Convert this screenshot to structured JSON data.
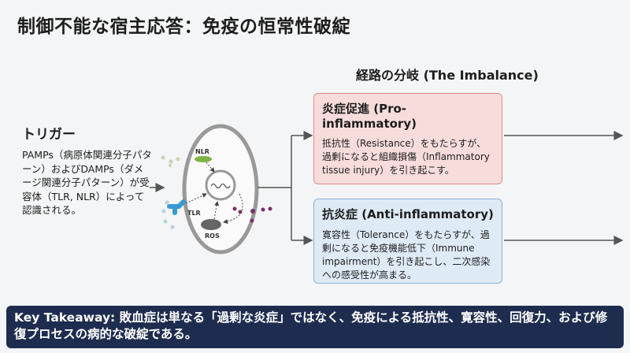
{
  "title": "制御不能な宿主応答：免疫の恒常性破綻",
  "pathway": {
    "heading": "経路の分岐 (The Imbalance)"
  },
  "trigger": {
    "heading": "トリガー",
    "text": "PAMPs（病原体関連分子パターン）およびDAMPs（ダメージ関連分子パターン）が受容体（TLR, NLR）によって認識される。"
  },
  "diagram": {
    "nlr": "NLR",
    "tlr": "TLR",
    "ros": "ROS"
  },
  "pro": {
    "title": "炎症促進 (Pro-inflammatory)",
    "text": "抵抗性（Resistance）をもたらすが、過剰になると組織損傷（Inflammatory tissue injury）を引き起こす。"
  },
  "anti": {
    "title": "抗炎症 (Anti-inflammatory)",
    "text": "寛容性（Tolerance）をもたらすが、過剰になると免疫機能低下（Immune impairment）を引き起こし、二次感染への感受性が高まる。"
  },
  "takeaway": "Key Takeaway: 敗血症は単なる「過剰な炎症」ではなく、免疫による抵抗性、寛容性、回復力、および修復プロセスの病的な破綻である。"
}
